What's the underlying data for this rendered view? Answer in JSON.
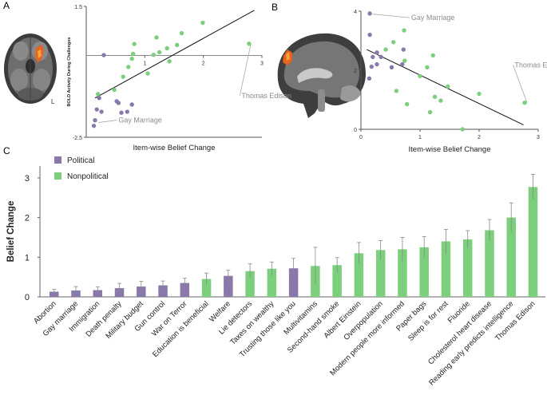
{
  "colors": {
    "political": "#8a78ab",
    "nonpolitical": "#7ccf7c",
    "error": "#888888",
    "fit": "#111111",
    "annotation": "#8c8c8c",
    "brain_dark": "#3c3c3c",
    "brain_mid": "#7a7a7a",
    "activation": "#e6641e"
  },
  "panels": {
    "a": "A",
    "b": "B",
    "c": "C"
  },
  "brain_a": {
    "orientation_label": "L"
  },
  "chart_data": [
    {
      "type": "scatter",
      "panel": "A",
      "xlabel": "Item-wise Belief Change",
      "ylabel": "BOLD Activity During Challenges",
      "xlim": [
        0,
        3
      ],
      "ylim": [
        -2.5,
        1.5
      ],
      "xticks": [
        1,
        2,
        3
      ],
      "yticks": [
        1.5,
        -2.5
      ],
      "zero_line": true,
      "fit": {
        "x": [
          0.15,
          2.87
        ],
        "y": [
          -1.3,
          1.38
        ]
      },
      "annotations": [
        {
          "text": "Gay Marriage",
          "x": 0.17,
          "y": -2.05,
          "label_x": 0.55,
          "label_y": -2.05
        },
        {
          "text": "Thomas Edison",
          "x": 2.77,
          "y": 0.35,
          "label_x": 2.65,
          "label_y": -1.3
        }
      ],
      "series": [
        {
          "name": "Political",
          "color_key": "political",
          "points": [
            [
              0.13,
              -2.15
            ],
            [
              0.15,
              -1.98
            ],
            [
              0.18,
              -1.65
            ],
            [
              0.22,
              -1.3
            ],
            [
              0.26,
              -1.72
            ],
            [
              0.3,
              0.01
            ],
            [
              0.52,
              -1.4
            ],
            [
              0.55,
              -1.45
            ],
            [
              0.6,
              -1.75
            ],
            [
              0.7,
              -1.72
            ],
            [
              0.78,
              -1.5
            ]
          ]
        },
        {
          "name": "Nonpolitical",
          "color_key": "nonpolitical",
          "points": [
            [
              0.2,
              -1.18
            ],
            [
              0.48,
              -1.05
            ],
            [
              0.63,
              -0.65
            ],
            [
              0.72,
              -0.35
            ],
            [
              0.78,
              -0.1
            ],
            [
              0.8,
              0.05
            ],
            [
              0.82,
              0.35
            ],
            [
              1.05,
              -0.55
            ],
            [
              1.15,
              0.02
            ],
            [
              1.2,
              0.55
            ],
            [
              1.25,
              0.1
            ],
            [
              1.38,
              0.22
            ],
            [
              1.42,
              -0.18
            ],
            [
              1.55,
              0.32
            ],
            [
              1.63,
              0.68
            ],
            [
              1.99,
              1.0
            ],
            [
              2.78,
              0.36
            ]
          ]
        }
      ]
    },
    {
      "type": "scatter",
      "panel": "B",
      "xlabel": "Item-wise Belief Change",
      "ylabel": "",
      "xlim": [
        0,
        3
      ],
      "ylim": [
        0,
        4
      ],
      "xticks": [
        0,
        1,
        2,
        3
      ],
      "yticks": [
        0,
        2,
        4
      ],
      "zero_line": false,
      "fit": {
        "x": [
          0.1,
          2.75
        ],
        "y": [
          2.7,
          0.15
        ]
      },
      "annotations": [
        {
          "text": "Gay Marriage",
          "x": 0.16,
          "y": 3.9,
          "label_x": 0.85,
          "label_y": 3.7
        },
        {
          "text": "Thomas Edison",
          "x": 2.77,
          "y": 0.9,
          "label_x": 2.6,
          "label_y": 2.1
        }
      ],
      "series": [
        {
          "name": "Political",
          "color_key": "political",
          "points": [
            [
              0.15,
              3.92
            ],
            [
              0.15,
              3.2
            ],
            [
              0.14,
              1.72
            ],
            [
              0.18,
              2.12
            ],
            [
              0.2,
              2.45
            ],
            [
              0.27,
              2.2
            ],
            [
              0.27,
              2.6
            ],
            [
              0.34,
              2.45
            ],
            [
              0.52,
              2.1
            ],
            [
              0.7,
              2.2
            ],
            [
              0.72,
              2.7
            ]
          ]
        },
        {
          "name": "Nonpolitical",
          "color_key": "nonpolitical",
          "points": [
            [
              0.42,
              2.7
            ],
            [
              0.55,
              2.95
            ],
            [
              0.6,
              1.3
            ],
            [
              0.73,
              3.35
            ],
            [
              0.74,
              2.32
            ],
            [
              0.78,
              0.85
            ],
            [
              1.0,
              1.8
            ],
            [
              1.12,
              2.1
            ],
            [
              1.17,
              0.58
            ],
            [
              1.22,
              2.5
            ],
            [
              1.25,
              1.1
            ],
            [
              1.35,
              0.97
            ],
            [
              1.47,
              1.45
            ],
            [
              1.72,
              0.0
            ],
            [
              2.0,
              1.2
            ],
            [
              2.77,
              0.9
            ]
          ]
        }
      ]
    },
    {
      "type": "bar",
      "panel": "C",
      "ylabel": "Belief Change",
      "ylim": [
        0,
        3.3
      ],
      "yticks": [
        0,
        1,
        2,
        3
      ],
      "legend": {
        "position": "top-left",
        "entries": [
          {
            "label": "Political",
            "color_key": "political"
          },
          {
            "label": "Nonpolitical",
            "color_key": "nonpolitical"
          }
        ]
      },
      "categories": [
        "Abortion",
        "Gay marriage",
        "Immigration",
        "Death penalty",
        "Military budget",
        "Gun control",
        "War on Terror",
        "Education is beneficial",
        "Welfare",
        "Lie detectors",
        "Taxes on wealthy",
        "Trusting those like you",
        "Multivitamins",
        "Second-hand smoke",
        "Albert Einstein",
        "Overpopulation",
        "Modern people more informed",
        "Paper bags",
        "Sleep is for rest",
        "Fluoride",
        "Cholesterol heart disease",
        "Reading early predicts intelligence",
        "Thomas Edison"
      ],
      "groups": [
        "political",
        "political",
        "political",
        "political",
        "political",
        "political",
        "political",
        "nonpolitical",
        "political",
        "nonpolitical",
        "nonpolitical",
        "political",
        "nonpolitical",
        "nonpolitical",
        "nonpolitical",
        "nonpolitical",
        "nonpolitical",
        "nonpolitical",
        "nonpolitical",
        "nonpolitical",
        "nonpolitical",
        "nonpolitical",
        "nonpolitical"
      ],
      "values": [
        0.13,
        0.16,
        0.17,
        0.22,
        0.26,
        0.29,
        0.35,
        0.45,
        0.53,
        0.65,
        0.71,
        0.72,
        0.78,
        0.8,
        1.1,
        1.18,
        1.2,
        1.25,
        1.4,
        1.45,
        1.68,
        2.0,
        2.77
      ],
      "errors": [
        0.06,
        0.1,
        0.08,
        0.12,
        0.13,
        0.11,
        0.12,
        0.15,
        0.14,
        0.18,
        0.17,
        0.25,
        0.47,
        0.19,
        0.27,
        0.24,
        0.3,
        0.27,
        0.3,
        0.22,
        0.27,
        0.37,
        0.32
      ]
    }
  ]
}
